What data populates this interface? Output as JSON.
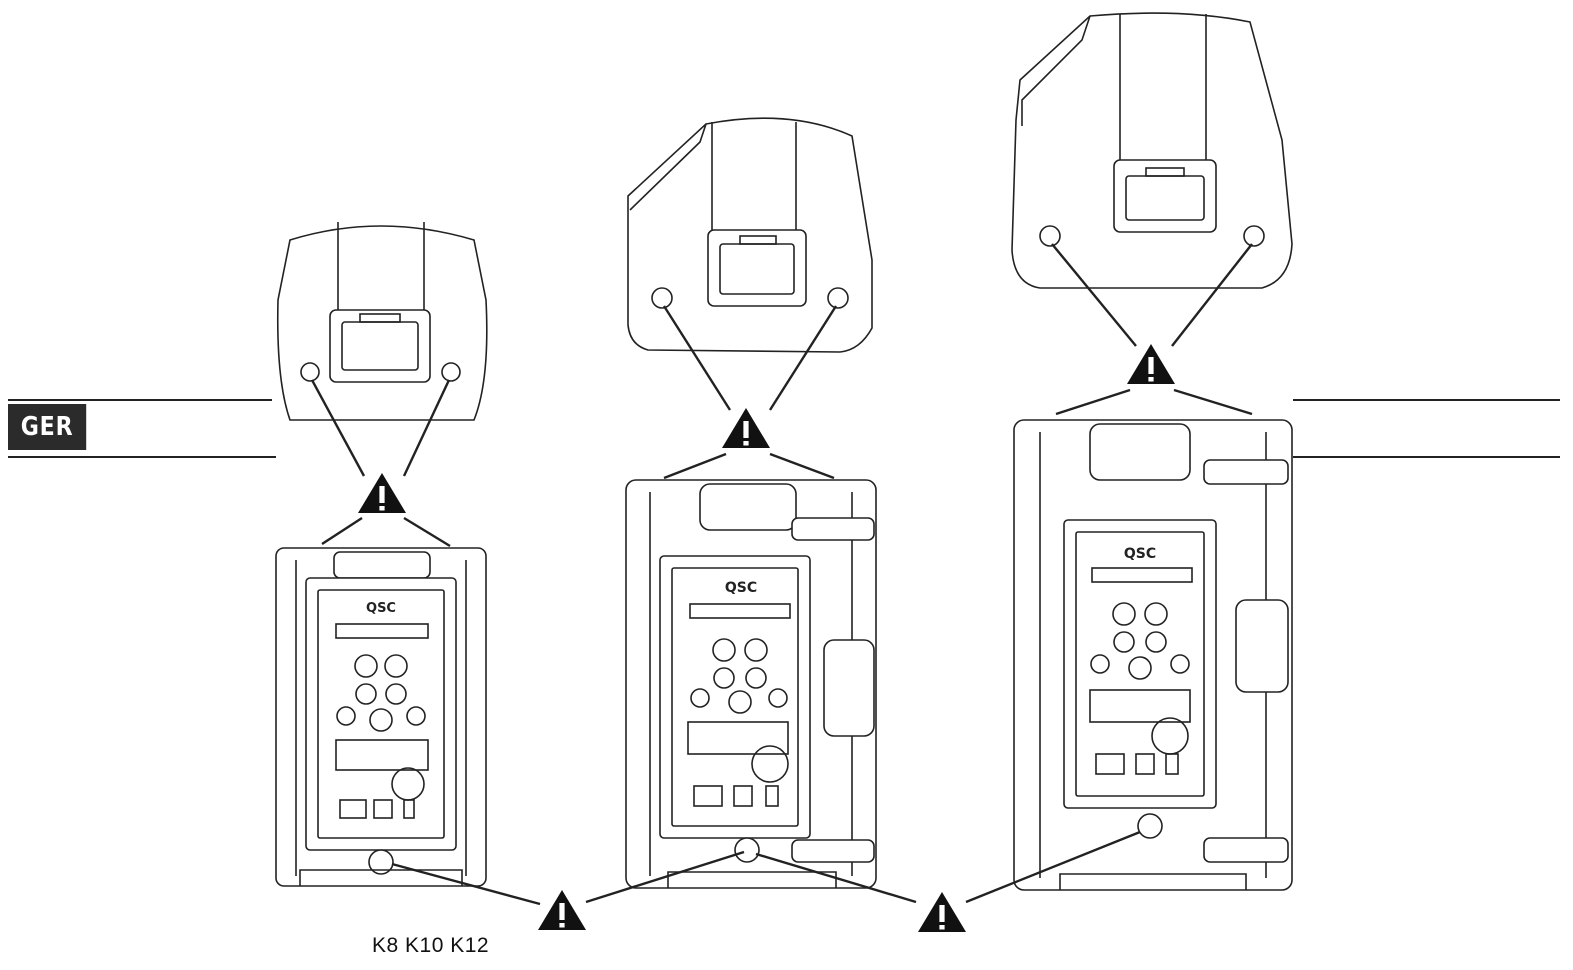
{
  "language_tab": {
    "label": "GER"
  },
  "caption": {
    "models": "K8 K10 K12"
  },
  "speakers": [
    {
      "model": "K8",
      "brand": "QSC"
    },
    {
      "model": "K10",
      "brand": "QSC"
    },
    {
      "model": "K12",
      "brand": "QSC"
    }
  ],
  "warning_icons": [
    {
      "icon": "warning-icon",
      "points_to": "K8 top fly points"
    },
    {
      "icon": "warning-icon",
      "points_to": "K10 top fly points"
    },
    {
      "icon": "warning-icon",
      "points_to": "K12 top fly points"
    },
    {
      "icon": "warning-icon",
      "points_to": "K8 / K10 rear pole socket"
    },
    {
      "icon": "warning-icon",
      "points_to": "K10 / K12 rear pole socket"
    }
  ],
  "colors": {
    "line": "#222222",
    "tab_bg": "#2b2b2b",
    "tab_text": "#ffffff",
    "background": "#ffffff"
  }
}
